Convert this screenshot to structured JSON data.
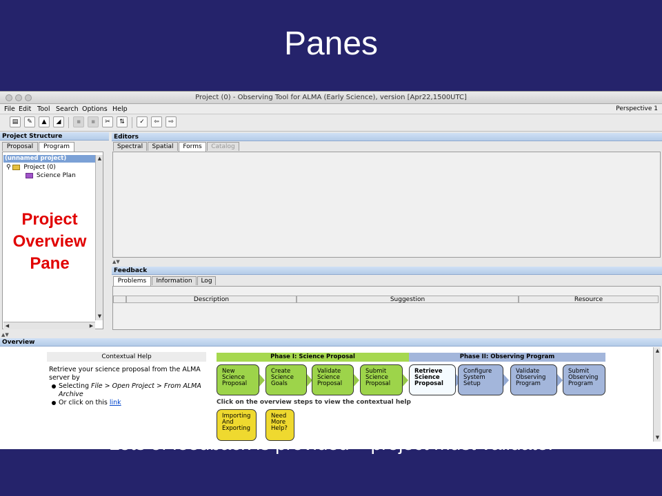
{
  "slide": {
    "title": "Panes",
    "footer": "Lots of feedback is provided – project must validate."
  },
  "window": {
    "title": "Project (0) - Observing Tool for ALMA (Early Science), version [Apr22,1500UTC]",
    "menus": [
      "File",
      "Edit",
      "Tool",
      "Search",
      "Options",
      "Help"
    ],
    "perspective": "Perspective 1",
    "toolbar_icons": [
      "new-icon",
      "open-icon",
      "import-icon",
      "export-icon",
      "cut-icon",
      "copy-icon",
      "paste-icon",
      "sort-icon",
      "validate-icon",
      "back-icon",
      "forward-icon"
    ]
  },
  "project_structure": {
    "header": "Project Structure",
    "tabs": [
      "Proposal",
      "Program"
    ],
    "active_tab": "Program",
    "root_label": "(unnamed project)",
    "nodes": [
      "Project (0)",
      "Science Plan"
    ]
  },
  "annotation": {
    "line1": "Project",
    "line2": "Overview",
    "line3": "Pane",
    "color": "#e10000"
  },
  "editors": {
    "header": "Editors",
    "tabs": [
      "Spectral",
      "Spatial",
      "Forms",
      "Catalog"
    ],
    "active_tab": "Forms"
  },
  "feedback": {
    "header": "Feedback",
    "tabs": [
      "Problems",
      "Information",
      "Log"
    ],
    "active_tab": "Problems",
    "columns": [
      "Description",
      "Suggestion",
      "Resource"
    ]
  },
  "overview": {
    "header": "Overview",
    "contextual_help": {
      "title": "Contextual Help",
      "intro": "Retrieve your science proposal from the ALMA server by",
      "bullet1_prefix": "Selecting ",
      "bullet1_path": "File > Open Project > From ALMA Archive",
      "bullet2_prefix": "Or click on this ",
      "bullet2_link": "link"
    },
    "phase1_label": "Phase I: Science Proposal",
    "phase2_label": "Phase II: Observing Program",
    "phase1_color": "#a6d84f",
    "phase2_color": "#a3b6db",
    "steps_phase1": [
      {
        "l1": "New",
        "l2": "Science",
        "l3": "Proposal"
      },
      {
        "l1": "Create",
        "l2": "Science",
        "l3": "Goals"
      },
      {
        "l1": "Validate",
        "l2": "Science",
        "l3": "Proposal"
      },
      {
        "l1": "Submit",
        "l2": "Science",
        "l3": "Proposal"
      }
    ],
    "steps_phase2": [
      {
        "l1": "Retrieve",
        "l2": "Science",
        "l3": "Proposal"
      },
      {
        "l1": "Configure",
        "l2": "System",
        "l3": "Setup"
      },
      {
        "l1": "Validate",
        "l2": "Observing",
        "l3": "Program"
      },
      {
        "l1": "Submit",
        "l2": "Observing",
        "l3": "Program"
      }
    ],
    "hint": "Click on the overview steps to view the contextual help",
    "extras": [
      {
        "l1": "Importing",
        "l2": "And",
        "l3": "Exporting"
      },
      {
        "l1": "Need",
        "l2": "More",
        "l3": "Help?"
      }
    ]
  }
}
